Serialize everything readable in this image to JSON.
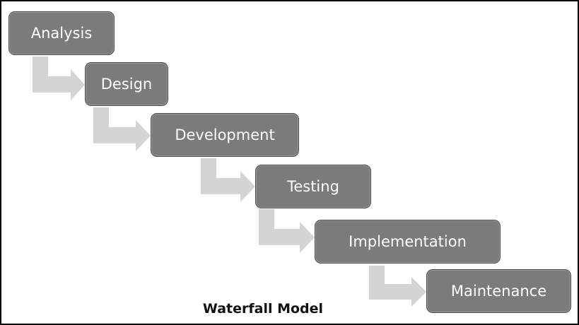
{
  "diagram": {
    "caption": "Waterfall Model",
    "stages": [
      {
        "id": "analysis",
        "label": "Analysis"
      },
      {
        "id": "design",
        "label": "Design"
      },
      {
        "id": "development",
        "label": "Development"
      },
      {
        "id": "testing",
        "label": "Testing"
      },
      {
        "id": "implementation",
        "label": "Implementation"
      },
      {
        "id": "maintenance",
        "label": "Maintenance"
      }
    ],
    "colors": {
      "box_fill": "#7b7b7b",
      "box_border": "#4a4a4a",
      "box_text": "#ffffff",
      "arrow": "#d4d4d4"
    }
  }
}
